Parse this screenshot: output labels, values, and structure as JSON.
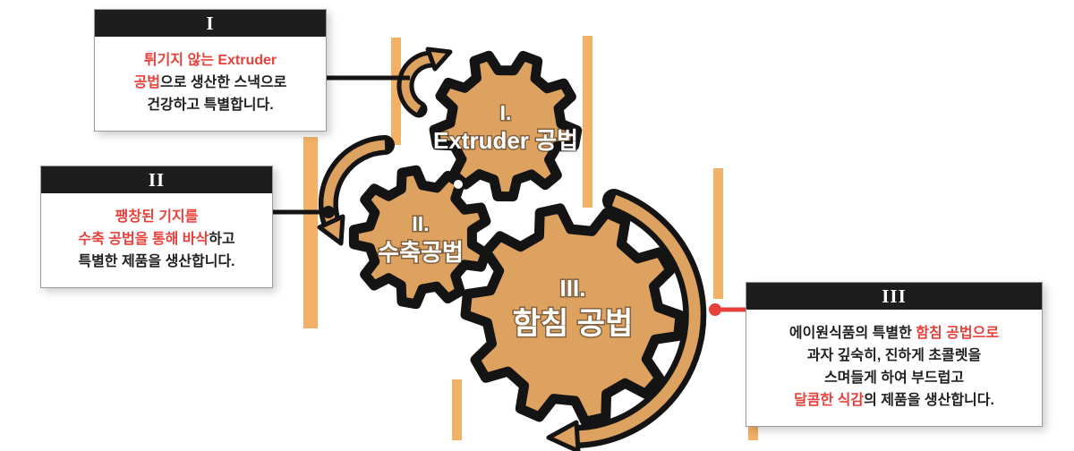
{
  "colors": {
    "gear_fill": "#DDA160",
    "bar_fill": "#F2B166",
    "outline": "#141414",
    "highlight_red": "#E8403A",
    "header_bg": "#1D1D1D"
  },
  "cards": [
    {
      "numeral": "I",
      "lines": [
        [
          {
            "t": "튀기지 않는 Extruder",
            "red": true
          }
        ],
        [
          {
            "t": "공법",
            "red": true
          },
          {
            "t": "으로 생산한 스낵으로",
            "red": false
          }
        ],
        [
          {
            "t": "건강하고 특별합니다.",
            "red": false
          }
        ]
      ]
    },
    {
      "numeral": "II",
      "lines": [
        [
          {
            "t": "팽창된 기지를",
            "red": true
          }
        ],
        [
          {
            "t": "수축 공법을 통해 바삭",
            "red": true
          },
          {
            "t": "하고",
            "red": false
          }
        ],
        [
          {
            "t": "특별한 제품을 생산합니다.",
            "red": false
          }
        ]
      ]
    },
    {
      "numeral": "III",
      "lines": [
        [
          {
            "t": "에이원식품의 특별한 ",
            "red": false
          },
          {
            "t": "함침 공법으로",
            "red": true
          }
        ],
        [
          {
            "t": "과자 깊숙히, 진하게 초콜렛을",
            "red": false
          }
        ],
        [
          {
            "t": "스며들게 하여 부드럽고",
            "red": false
          }
        ],
        [
          {
            "t": "달콤한 식감",
            "red": true
          },
          {
            "t": "의 제품을 생산합니다.",
            "red": false
          }
        ]
      ]
    }
  ],
  "gears": [
    {
      "numeral": "I.",
      "label": "Extruder 공법"
    },
    {
      "numeral": "II.",
      "label": "수축공법"
    },
    {
      "numeral": "III.",
      "label": "함침 공법"
    }
  ]
}
